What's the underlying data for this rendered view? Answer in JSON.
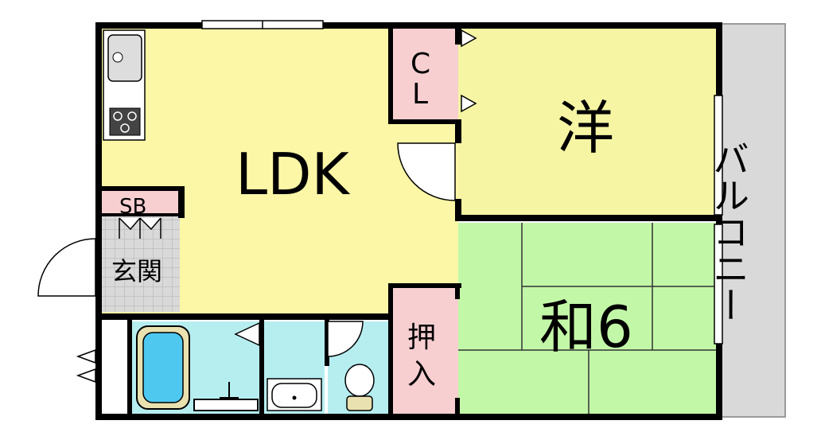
{
  "rooms": {
    "ldk": "LDK",
    "western": "洋",
    "closet_c": "C",
    "closet_l": "L",
    "shoebox": "SB",
    "entrance": "玄関",
    "japanese": "和6",
    "oshiire_1": "押",
    "oshiire_2": "入",
    "balcony": "バルコニー"
  },
  "colors": {
    "ldk": "#fbf7a6",
    "western": "#f5f5a3",
    "japanese": "#c3f7a8",
    "closet": "#f7cfd1",
    "bath": "#b6eef0",
    "entrance": "#d8d8d8",
    "balcony": "#d9d9d9",
    "wall": "#000000"
  }
}
